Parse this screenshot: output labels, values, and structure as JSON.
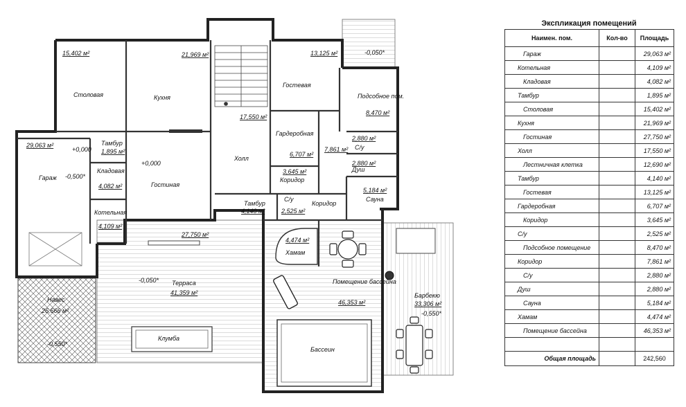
{
  "plan": {
    "rooms": [
      {
        "name": "Столовая",
        "area": "15,402 м²"
      },
      {
        "name": "Кухня",
        "area": "21,969 м²"
      },
      {
        "name": "Гостевая",
        "area": "13,125 м²"
      },
      {
        "name": "Подсобное пом.",
        "area": "8,470 м²"
      },
      {
        "name": "Гараж",
        "area": "29,063 м²"
      },
      {
        "name": "Тамбур",
        "area": "1,895 м²"
      },
      {
        "name": "Кладовая",
        "area": "4,082 м²"
      },
      {
        "name": "Котельная",
        "area": "4,109 м²"
      },
      {
        "name": "Гостиная",
        "area": "27,750 м²"
      },
      {
        "name": "Холл",
        "area": "17,550 м²"
      },
      {
        "name": "Гардеробная",
        "area": "6,707 м²"
      },
      {
        "name": "Коридор",
        "area": "3,645 м²"
      },
      {
        "name": "С/у",
        "area": "2,880 м²"
      },
      {
        "name": "Душ",
        "area": "2,880 м²"
      },
      {
        "name": "Коридор",
        "area": "7,861 м²"
      },
      {
        "name": "Сауна",
        "area": "5,184 м²"
      },
      {
        "name": "С/у",
        "area": "2,525 м²"
      },
      {
        "name": "Тамбур",
        "area": "4,140 м²"
      },
      {
        "name": "Хамам",
        "area": "4,474 м²"
      },
      {
        "name": "Помещение бассейна",
        "area": "46,353 м²"
      },
      {
        "name": "Бассеин",
        "area": ""
      },
      {
        "name": "Терраса",
        "area": "41,359 м²"
      },
      {
        "name": "Навес",
        "area": "26,666 м²"
      },
      {
        "name": "Барбекю",
        "area": "33,306 м²"
      },
      {
        "name": "Клумба",
        "area": ""
      }
    ],
    "levels": [
      "+0,000",
      "+0,000",
      "-0,500*",
      "-0,050*",
      "-0,050*",
      "-0,550*",
      "-0,550*"
    ]
  },
  "explication": {
    "title": "Экспликация помещений",
    "headers": [
      "Наимен. пом.",
      "Кол-во",
      "Площадь"
    ],
    "rows": [
      {
        "name": "Гараж",
        "qty": "",
        "area": "29,063 м²"
      },
      {
        "name": "Котельная",
        "qty": "",
        "area": "4,109 м²"
      },
      {
        "name": "Кладовая",
        "qty": "",
        "area": "4,082 м²"
      },
      {
        "name": "Тамбур",
        "qty": "",
        "area": "1,895 м²"
      },
      {
        "name": "Столовая",
        "qty": "",
        "area": "15,402 м²"
      },
      {
        "name": "Кухня",
        "qty": "",
        "area": "21,969 м²"
      },
      {
        "name": "Гостиная",
        "qty": "",
        "area": "27,750 м²"
      },
      {
        "name": "Холл",
        "qty": "",
        "area": "17,550 м²"
      },
      {
        "name": "Лестничная клетка",
        "qty": "",
        "area": "12,690 м²"
      },
      {
        "name": "Тамбур",
        "qty": "",
        "area": "4,140 м²"
      },
      {
        "name": "Гостевая",
        "qty": "",
        "area": "13,125 м²"
      },
      {
        "name": "Гардеробная",
        "qty": "",
        "area": "6,707 м²"
      },
      {
        "name": "Коридор",
        "qty": "",
        "area": "3,645 м²"
      },
      {
        "name": "С/у",
        "qty": "",
        "area": "2,525 м²"
      },
      {
        "name": "Подсобное помещение",
        "qty": "",
        "area": "8,470 м²"
      },
      {
        "name": "Коридор",
        "qty": "",
        "area": "7,861 м²"
      },
      {
        "name": "С/у",
        "qty": "",
        "area": "2,880 м²"
      },
      {
        "name": "Душ",
        "qty": "",
        "area": "2,880 м²"
      },
      {
        "name": "Сауна",
        "qty": "",
        "area": "5,184 м²"
      },
      {
        "name": "Хамам",
        "qty": "",
        "area": "4,474 м²"
      },
      {
        "name": "Помещение бассейна",
        "qty": "",
        "area": "46,353 м²"
      },
      {
        "name": "",
        "qty": "",
        "area": ""
      }
    ],
    "total_label": "Общая площадь",
    "total_area": "242,560"
  }
}
